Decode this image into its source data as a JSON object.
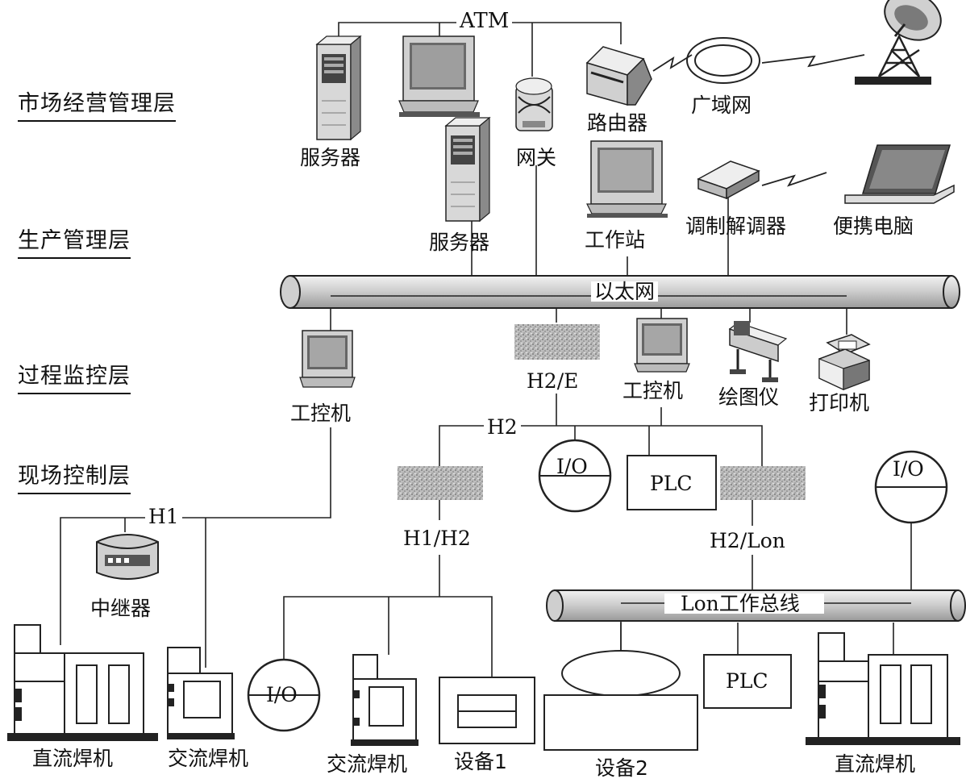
{
  "layers": {
    "market": "市场经营管理层",
    "production": "生产管理层",
    "process": "过程监控层",
    "field": "现场控制层"
  },
  "top": {
    "atm": "ATM",
    "server1": "服务器",
    "server2": "服务器",
    "gateway": "网关",
    "router": "路由器",
    "wan": "广域网",
    "workstation": "工作站",
    "modem": "调制解调器",
    "laptop": "便携电脑"
  },
  "process": {
    "ethernet": "以太网",
    "ipc_left": "工控机",
    "h2e": "H2/E",
    "ipc_center": "工控机",
    "plotter": "绘图仪",
    "printer": "打印机"
  },
  "field": {
    "h2": "H2",
    "h1": "H1",
    "repeater": "中继器",
    "h1h2": "H1/H2",
    "io_top": "I/O",
    "plc_top": "PLC",
    "h2lon": "H2/Lon",
    "io_right": "I/O",
    "lon_bus": "Lon工作总线",
    "io_bottom": "I/O",
    "plc_bottom": "PLC",
    "dc_welder_left": "直流焊机",
    "ac_welder_left": "交流焊机",
    "ac_welder_mid": "交流焊机",
    "device1": "设备1",
    "device2": "设备2",
    "dc_welder_right": "直流焊机"
  }
}
